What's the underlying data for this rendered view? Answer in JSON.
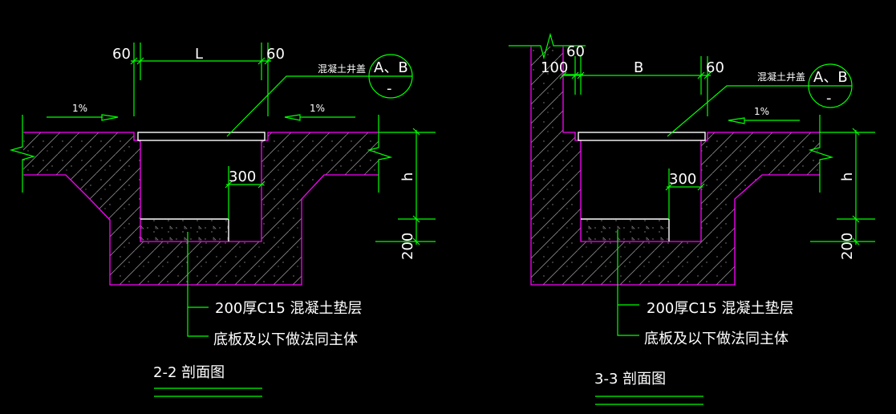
{
  "colors": {
    "background": "#000000",
    "dimension_lines": "#00ff00",
    "outline": "#ff00ff",
    "cover": "#ffffff",
    "hatch": "#8a8a8a",
    "text": "#ffffff"
  },
  "sections": [
    {
      "id": "2-2",
      "title": "2-2 剖面图",
      "dims": {
        "left_wall": "60",
        "opening": "L",
        "right_wall": "60",
        "inner": "300",
        "height": "h",
        "cushion": "200"
      },
      "slope_left": "1%",
      "slope_right": "1%",
      "cover_label": "混凝土井盖",
      "callout_top": "A、B",
      "callout_bottom": "-",
      "notes": [
        "200厚C15 混凝土垫层",
        "底板及以下做法同主体"
      ]
    },
    {
      "id": "3-3",
      "title": "3-3 剖面图",
      "dims": {
        "outer_wall": "100",
        "left_wall": "60",
        "opening": "B",
        "right_wall": "60",
        "inner": "300",
        "height": "h",
        "cushion": "200"
      },
      "slope_right": "1%",
      "cover_label": "混凝土井盖",
      "callout_top": "A、B",
      "callout_bottom": "-",
      "notes": [
        "200厚C15 混凝土垫层",
        "底板及以下做法同主体"
      ]
    }
  ]
}
